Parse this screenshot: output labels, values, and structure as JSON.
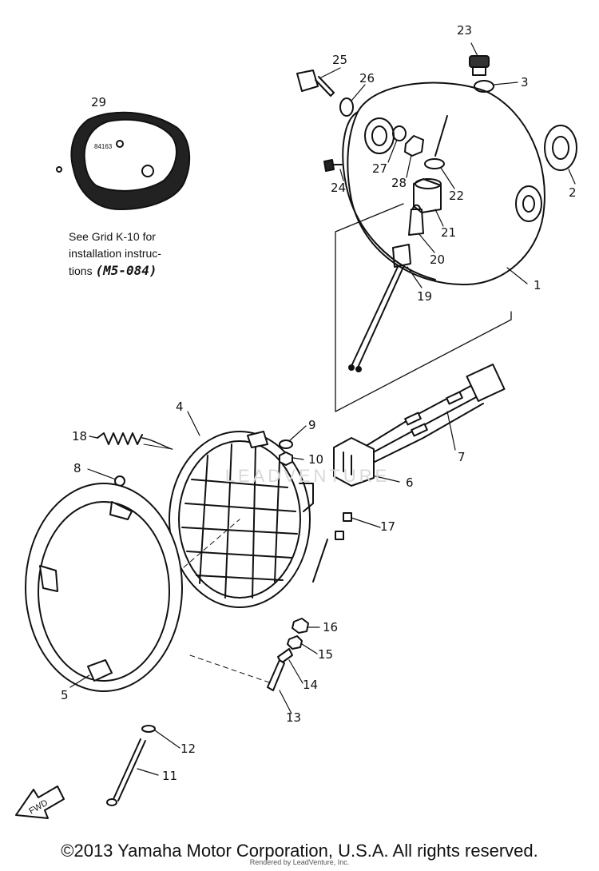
{
  "callouts": [
    {
      "id": "1",
      "label": "1"
    },
    {
      "id": "2",
      "label": "2"
    },
    {
      "id": "3",
      "label": "3"
    },
    {
      "id": "4",
      "label": "4"
    },
    {
      "id": "5",
      "label": "5"
    },
    {
      "id": "6",
      "label": "6"
    },
    {
      "id": "7",
      "label": "7"
    },
    {
      "id": "8",
      "label": "8"
    },
    {
      "id": "9",
      "label": "9"
    },
    {
      "id": "10",
      "label": "10"
    },
    {
      "id": "11",
      "label": "11"
    },
    {
      "id": "12",
      "label": "12"
    },
    {
      "id": "13",
      "label": "13"
    },
    {
      "id": "14",
      "label": "14"
    },
    {
      "id": "15",
      "label": "15"
    },
    {
      "id": "16",
      "label": "16"
    },
    {
      "id": "17",
      "label": "17"
    },
    {
      "id": "18",
      "label": "18"
    },
    {
      "id": "19",
      "label": "19"
    },
    {
      "id": "20",
      "label": "20"
    },
    {
      "id": "21",
      "label": "21"
    },
    {
      "id": "22",
      "label": "22"
    },
    {
      "id": "23",
      "label": "23"
    },
    {
      "id": "24",
      "label": "24"
    },
    {
      "id": "25",
      "label": "25"
    },
    {
      "id": "26",
      "label": "26"
    },
    {
      "id": "27",
      "label": "27"
    },
    {
      "id": "28",
      "label": "28"
    },
    {
      "id": "29",
      "label": "29"
    }
  ],
  "note": {
    "line1": "See Grid K-10 for",
    "line2": "installation instruc-",
    "line3_prefix": "tions",
    "code": "(M5-084)"
  },
  "relay_marking": "84163",
  "fwd_arrow": "FWD",
  "watermark": "LEADVENTURE",
  "copyright": "©2013 Yamaha Motor Corporation, U.S.A. All rights reserved.",
  "credit": "Rendered by LeadVenture, Inc."
}
